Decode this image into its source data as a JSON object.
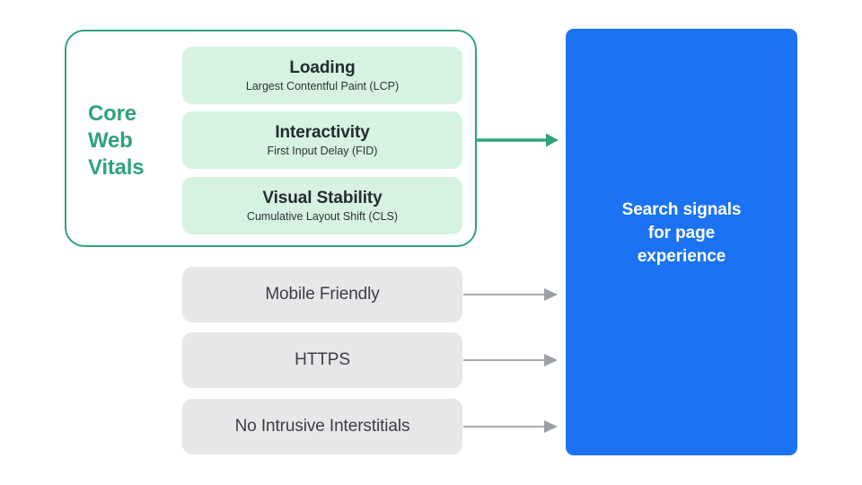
{
  "diagram": {
    "title": "Search signals for page experience",
    "background": "#ffffff",
    "colors": {
      "green_accent": "#2EA37A",
      "green_border": "#2FA37C",
      "mint_card": "#D6F3E1",
      "gray_card": "#E7E7E9",
      "blue_box": "#1B73F3",
      "gray_arrow": "#9AA0A6",
      "dark_text": "#232C30",
      "gray_text": "#3C4043",
      "white_text": "#FFFFFF"
    }
  },
  "core_web_vitals": {
    "group_label": "Core\nWeb\nVitals",
    "metrics": [
      {
        "title": "Loading",
        "subtitle": "Largest Contentful Paint (LCP)"
      },
      {
        "title": "Interactivity",
        "subtitle": "First Input Delay (FID)"
      },
      {
        "title": "Visual Stability",
        "subtitle": "Cumulative Layout Shift (CLS)"
      }
    ]
  },
  "other_signals": [
    {
      "label": "Mobile Friendly"
    },
    {
      "label": "HTTPS"
    },
    {
      "label": "No Intrusive Interstitials"
    }
  ],
  "destination": {
    "label": "Search signals\nfor page\nexperience"
  },
  "arrows": [
    {
      "name": "core-web-vitals-arrow",
      "color": "#2FA37C",
      "style": "thick"
    },
    {
      "name": "mobile-friendly-arrow",
      "color": "#9AA0A6",
      "style": "thin"
    },
    {
      "name": "https-arrow",
      "color": "#9AA0A6",
      "style": "thin"
    },
    {
      "name": "no-intrusive-interstitials-arrow",
      "color": "#9AA0A6",
      "style": "thin"
    }
  ]
}
